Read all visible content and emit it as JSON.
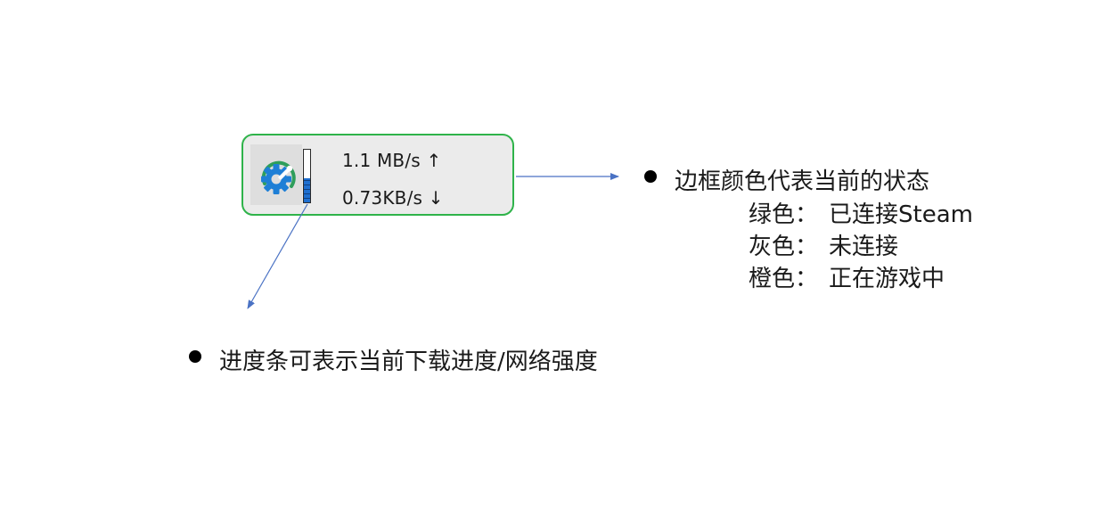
{
  "widget": {
    "upload_speed": "1.1 MB/s ↑",
    "download_speed": "0.73KB/s ↓",
    "border_color": "#2fb34a",
    "icon": "gear-wrench-icon",
    "progress_fraction": 0.45
  },
  "border_note": {
    "heading": "边框颜色代表当前的状态",
    "states": [
      {
        "color_name": "绿色：",
        "meaning": "已连接Steam"
      },
      {
        "color_name": "灰色：",
        "meaning": "未连接"
      },
      {
        "color_name": "橙色：",
        "meaning": "正在游戏中"
      }
    ]
  },
  "progress_note": {
    "text": "进度条可表示当前下载进度/网络强度"
  },
  "colors": {
    "arrow": "#4a72c4",
    "icon_blue": "#1e7fd6",
    "icon_green": "#2e9e5b"
  }
}
